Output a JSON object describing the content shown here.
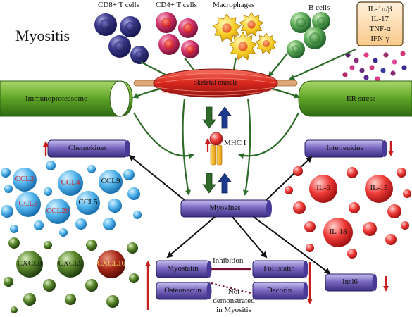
{
  "title": "Myositis",
  "cell_types": {
    "cd8": "CD8+ T cells",
    "cd4": "CD4+ T cells",
    "macrophages": "Macrophages",
    "bcells": "B cells"
  },
  "cytokines": [
    "IL-1α/β",
    "IL-17",
    "TNF-α",
    "IFN-γ"
  ],
  "muscle_label": "Skeletal muscle",
  "immunoproteasome": "Immunoproteasome",
  "er_stress": "ER stress",
  "mhc": "MHC I",
  "chemokines_box": "Chemokines",
  "interleukins_box": "Interleukins",
  "myokines_box": "Myokines",
  "chemokine_list": [
    "CCL2",
    "CCL4",
    "CCL9",
    "CCL3",
    "CCL5",
    "CCL20",
    "CXCL8",
    "CXCL9",
    "CXCL10"
  ],
  "interleukin_list": [
    "IL-6",
    "IL-15",
    "IL-18"
  ],
  "myostatin": "Myostatin",
  "osteonectin": "Osteonectin",
  "follistatin": "Follistatin",
  "decorin": "Decorin",
  "insl6": "Insl6",
  "inhibition": "Inhibition",
  "not_demonstrated": [
    "Not",
    "demonstrated",
    "in Myositis"
  ],
  "colors": {
    "green_arrow": "#2e6b2a",
    "blue_arrow": "#1d3b8c",
    "red_arrow": "#c81e1e",
    "box_purple": "#5b4a9e",
    "muscle_red": "#e0302a",
    "tube_green": "#6aa829"
  }
}
